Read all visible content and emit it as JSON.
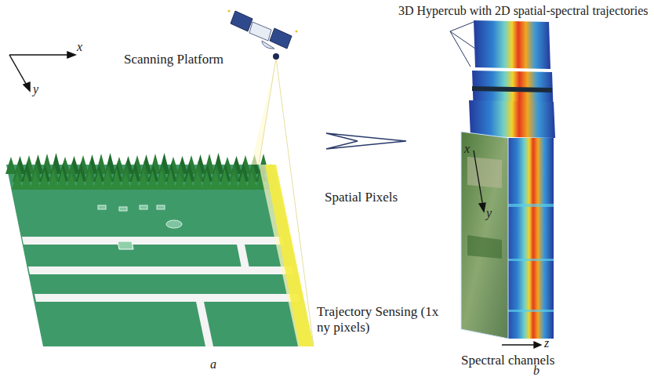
{
  "diagram": {
    "labels": [
      "3D Hypercub with 2D spatial-spectral trajectories",
      "Scanning Platform",
      "Spatial Pixels",
      "Trajectory Sensing (1x ny pixels)",
      "x",
      "y",
      "x",
      "y",
      "z",
      "Spectral channels",
      "a",
      "b"
    ]
  }
}
